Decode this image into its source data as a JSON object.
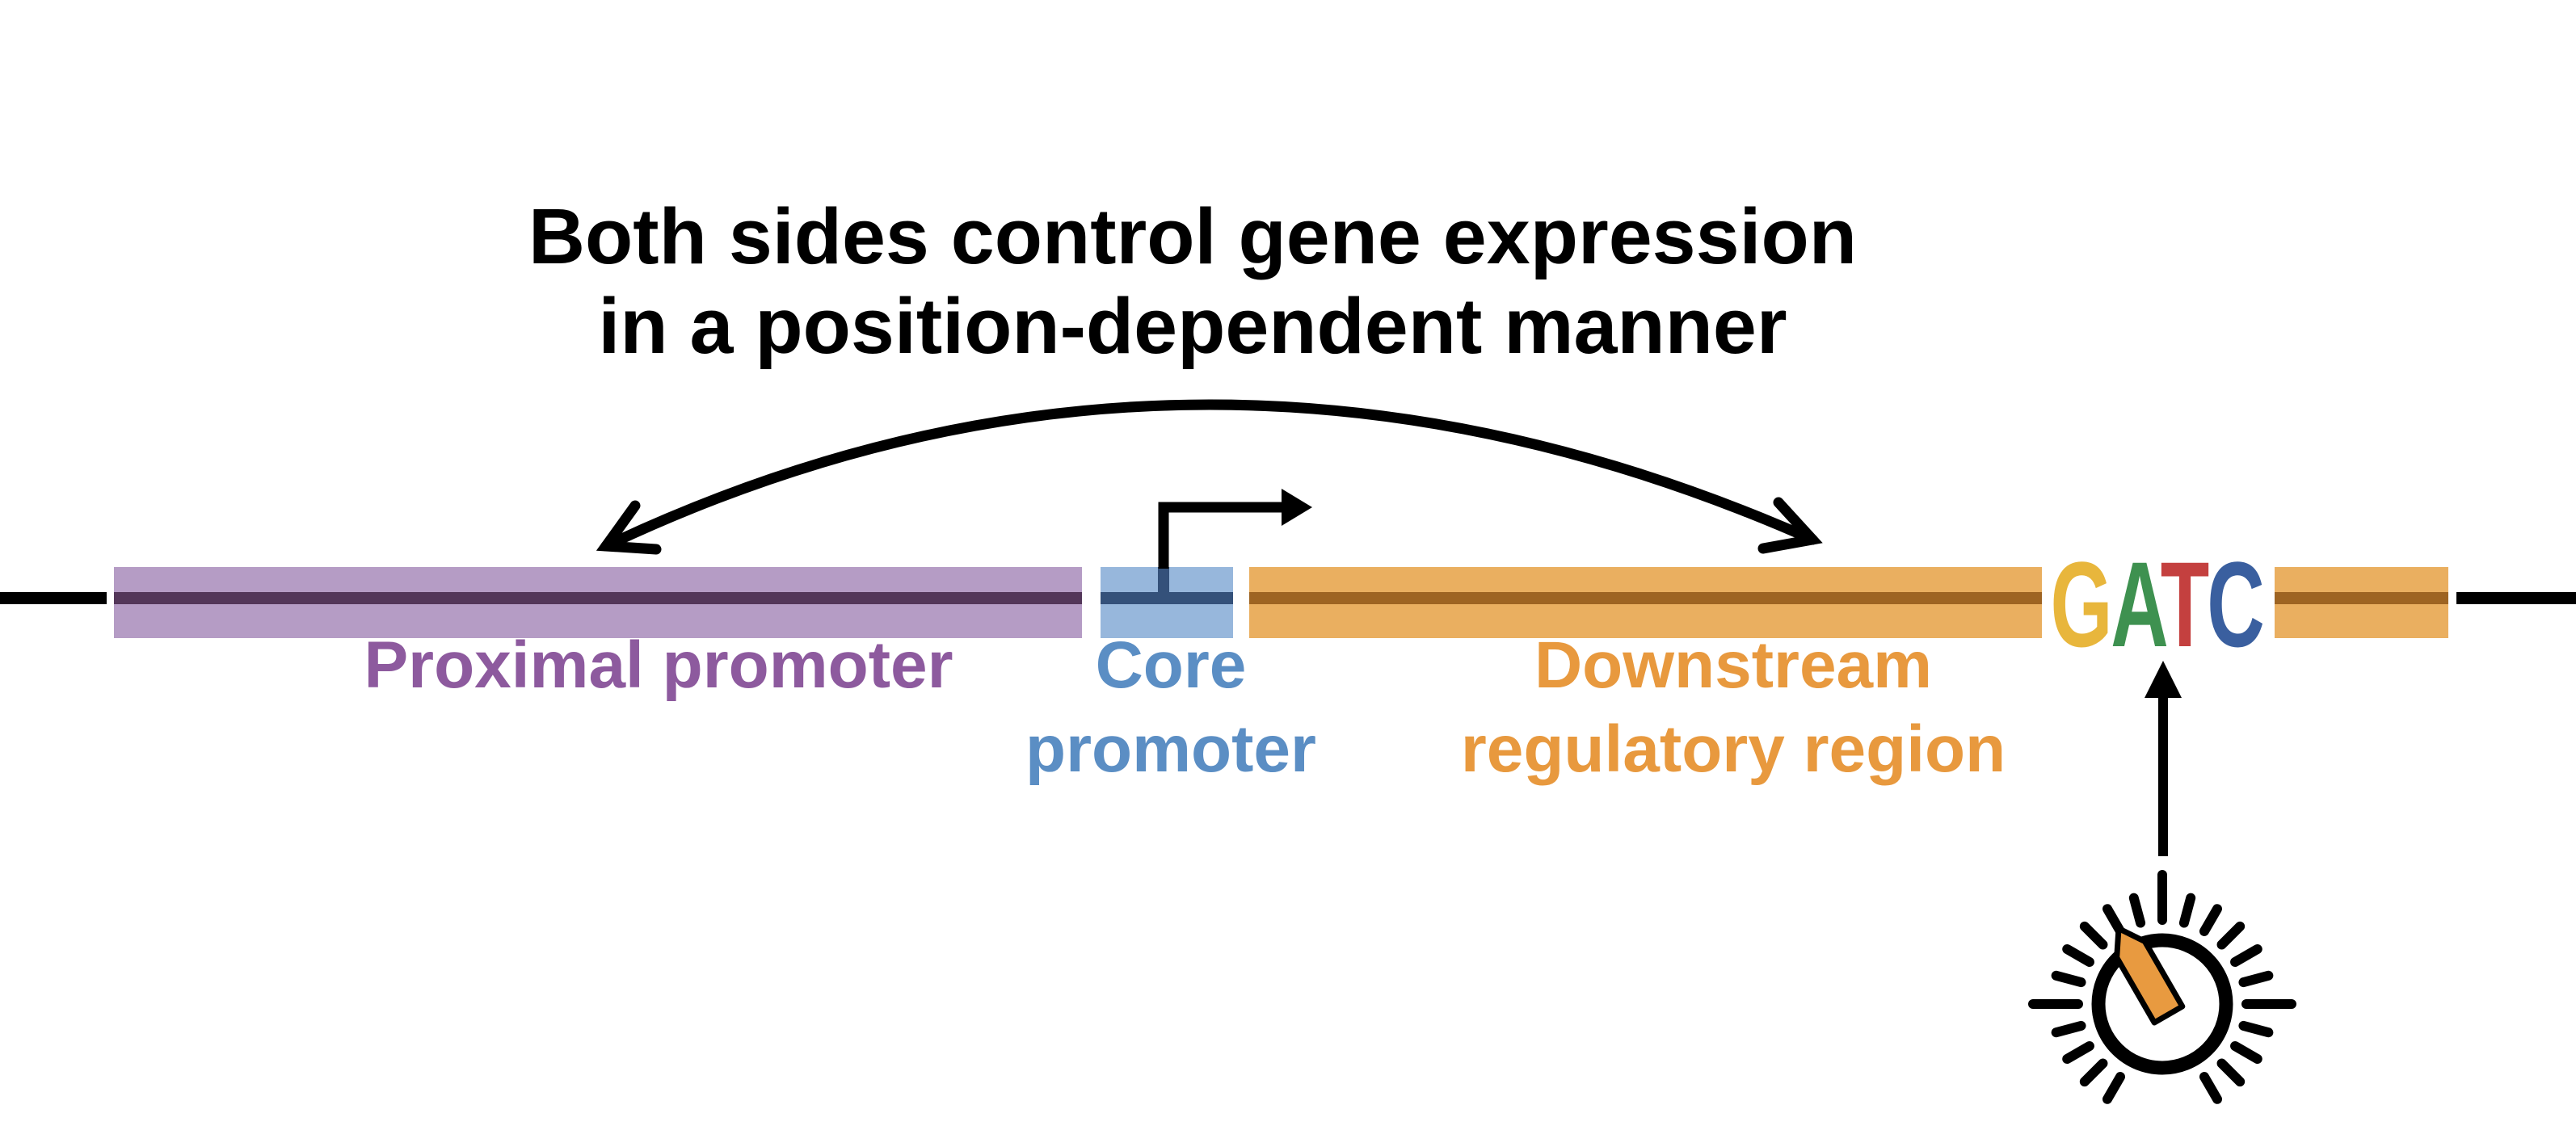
{
  "title": {
    "line1": "Both sides control gene expression",
    "line2": "in a position-dependent manner"
  },
  "labels": {
    "proximal": "Proximal promoter",
    "core_line1": "Core",
    "core_line2": "promoter",
    "downstream_line1": "Downstream",
    "downstream_line2": "regulatory region"
  },
  "sequence": {
    "letters": [
      {
        "char": "G",
        "color": "#e8b63c"
      },
      {
        "char": "A",
        "color": "#3e9150"
      },
      {
        "char": "T",
        "color": "#c4403f"
      },
      {
        "char": "C",
        "color": "#3a5f9f"
      }
    ]
  },
  "colors": {
    "proximal_fill": "#b59cc5",
    "proximal_stripe": "#533659",
    "core_fill": "#97b7dc",
    "core_stripe": "#34517a",
    "downstream_fill": "#eaaf60",
    "downstream_stripe": "#9e6422",
    "proximal_label": "#8d5a9e",
    "core_label": "#5b8ec4",
    "downstream_label": "#e8993e",
    "dna_line": "#000000",
    "arrow": "#000000",
    "knob_pointer": "#e89a40"
  },
  "icons": {
    "dial_knob": "rotary-knob-with-tick-marks",
    "bidirectional_arrow": "curved-double-headed-arrow",
    "transcription_start": "bent-right-arrow",
    "sequence_pointer": "up-arrow"
  }
}
